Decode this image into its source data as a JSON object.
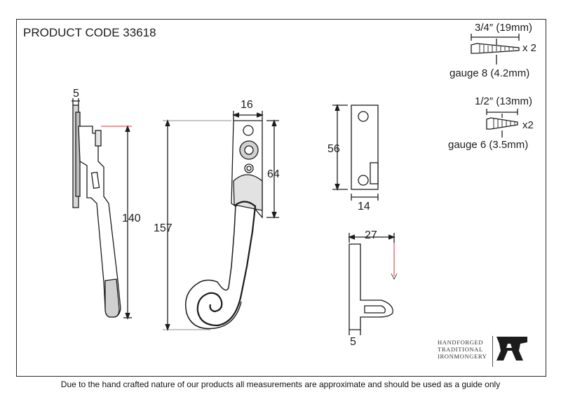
{
  "title": "PRODUCT CODE 33618",
  "dimensions": {
    "side_depth": "5",
    "side_height": "140",
    "front_width": "16",
    "front_body_height": "64",
    "front_total_height": "157",
    "keep_height": "56",
    "keep_width": "14",
    "hook_width": "27",
    "hook_depth": "5"
  },
  "screws": [
    {
      "length": "3/4″ (19mm)",
      "quantity": "x 2",
      "gauge": "gauge 8 (4.2mm)"
    },
    {
      "length": "1/2″ (13mm)",
      "quantity": "x2",
      "gauge": "gauge 6 (3.5mm)"
    }
  ],
  "brand": {
    "lines": [
      "HANDFORGED",
      "TRADITIONAL",
      "IRONMONGERY"
    ],
    "mark_letter": "A"
  },
  "footer": "Due to the hand crafted nature of our products all measurements are approximate and should be used as a guide only",
  "colors": {
    "ink": "#1c1c1c",
    "red_leader": "#d23a3a",
    "frame": "#2a2a2a"
  }
}
